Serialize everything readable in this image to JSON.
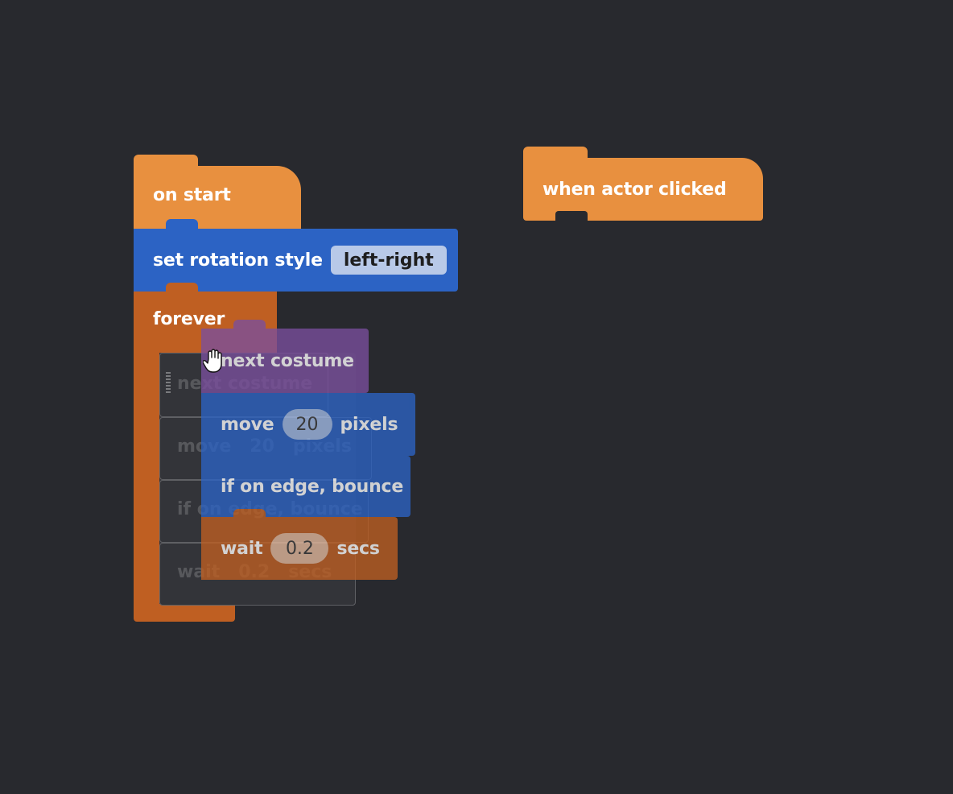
{
  "colors": {
    "background": "#28292e",
    "events": "#e8903f",
    "motion": "#2c63c4",
    "control": "#bf5f22",
    "looks": "#7a4f9e"
  },
  "blocks": {
    "on_start": "on start",
    "when_actor_clicked": "when actor clicked",
    "set_rotation": {
      "label": "set rotation style",
      "value": "left-right"
    },
    "forever": "forever",
    "next_costume": "next costume",
    "move": {
      "label": "move",
      "value": "20",
      "unit": "pixels"
    },
    "bounce": "if on edge, bounce",
    "wait": {
      "label": "wait",
      "value": "0.2",
      "unit": "secs"
    }
  },
  "cursor_icon": "grab-hand-icon"
}
